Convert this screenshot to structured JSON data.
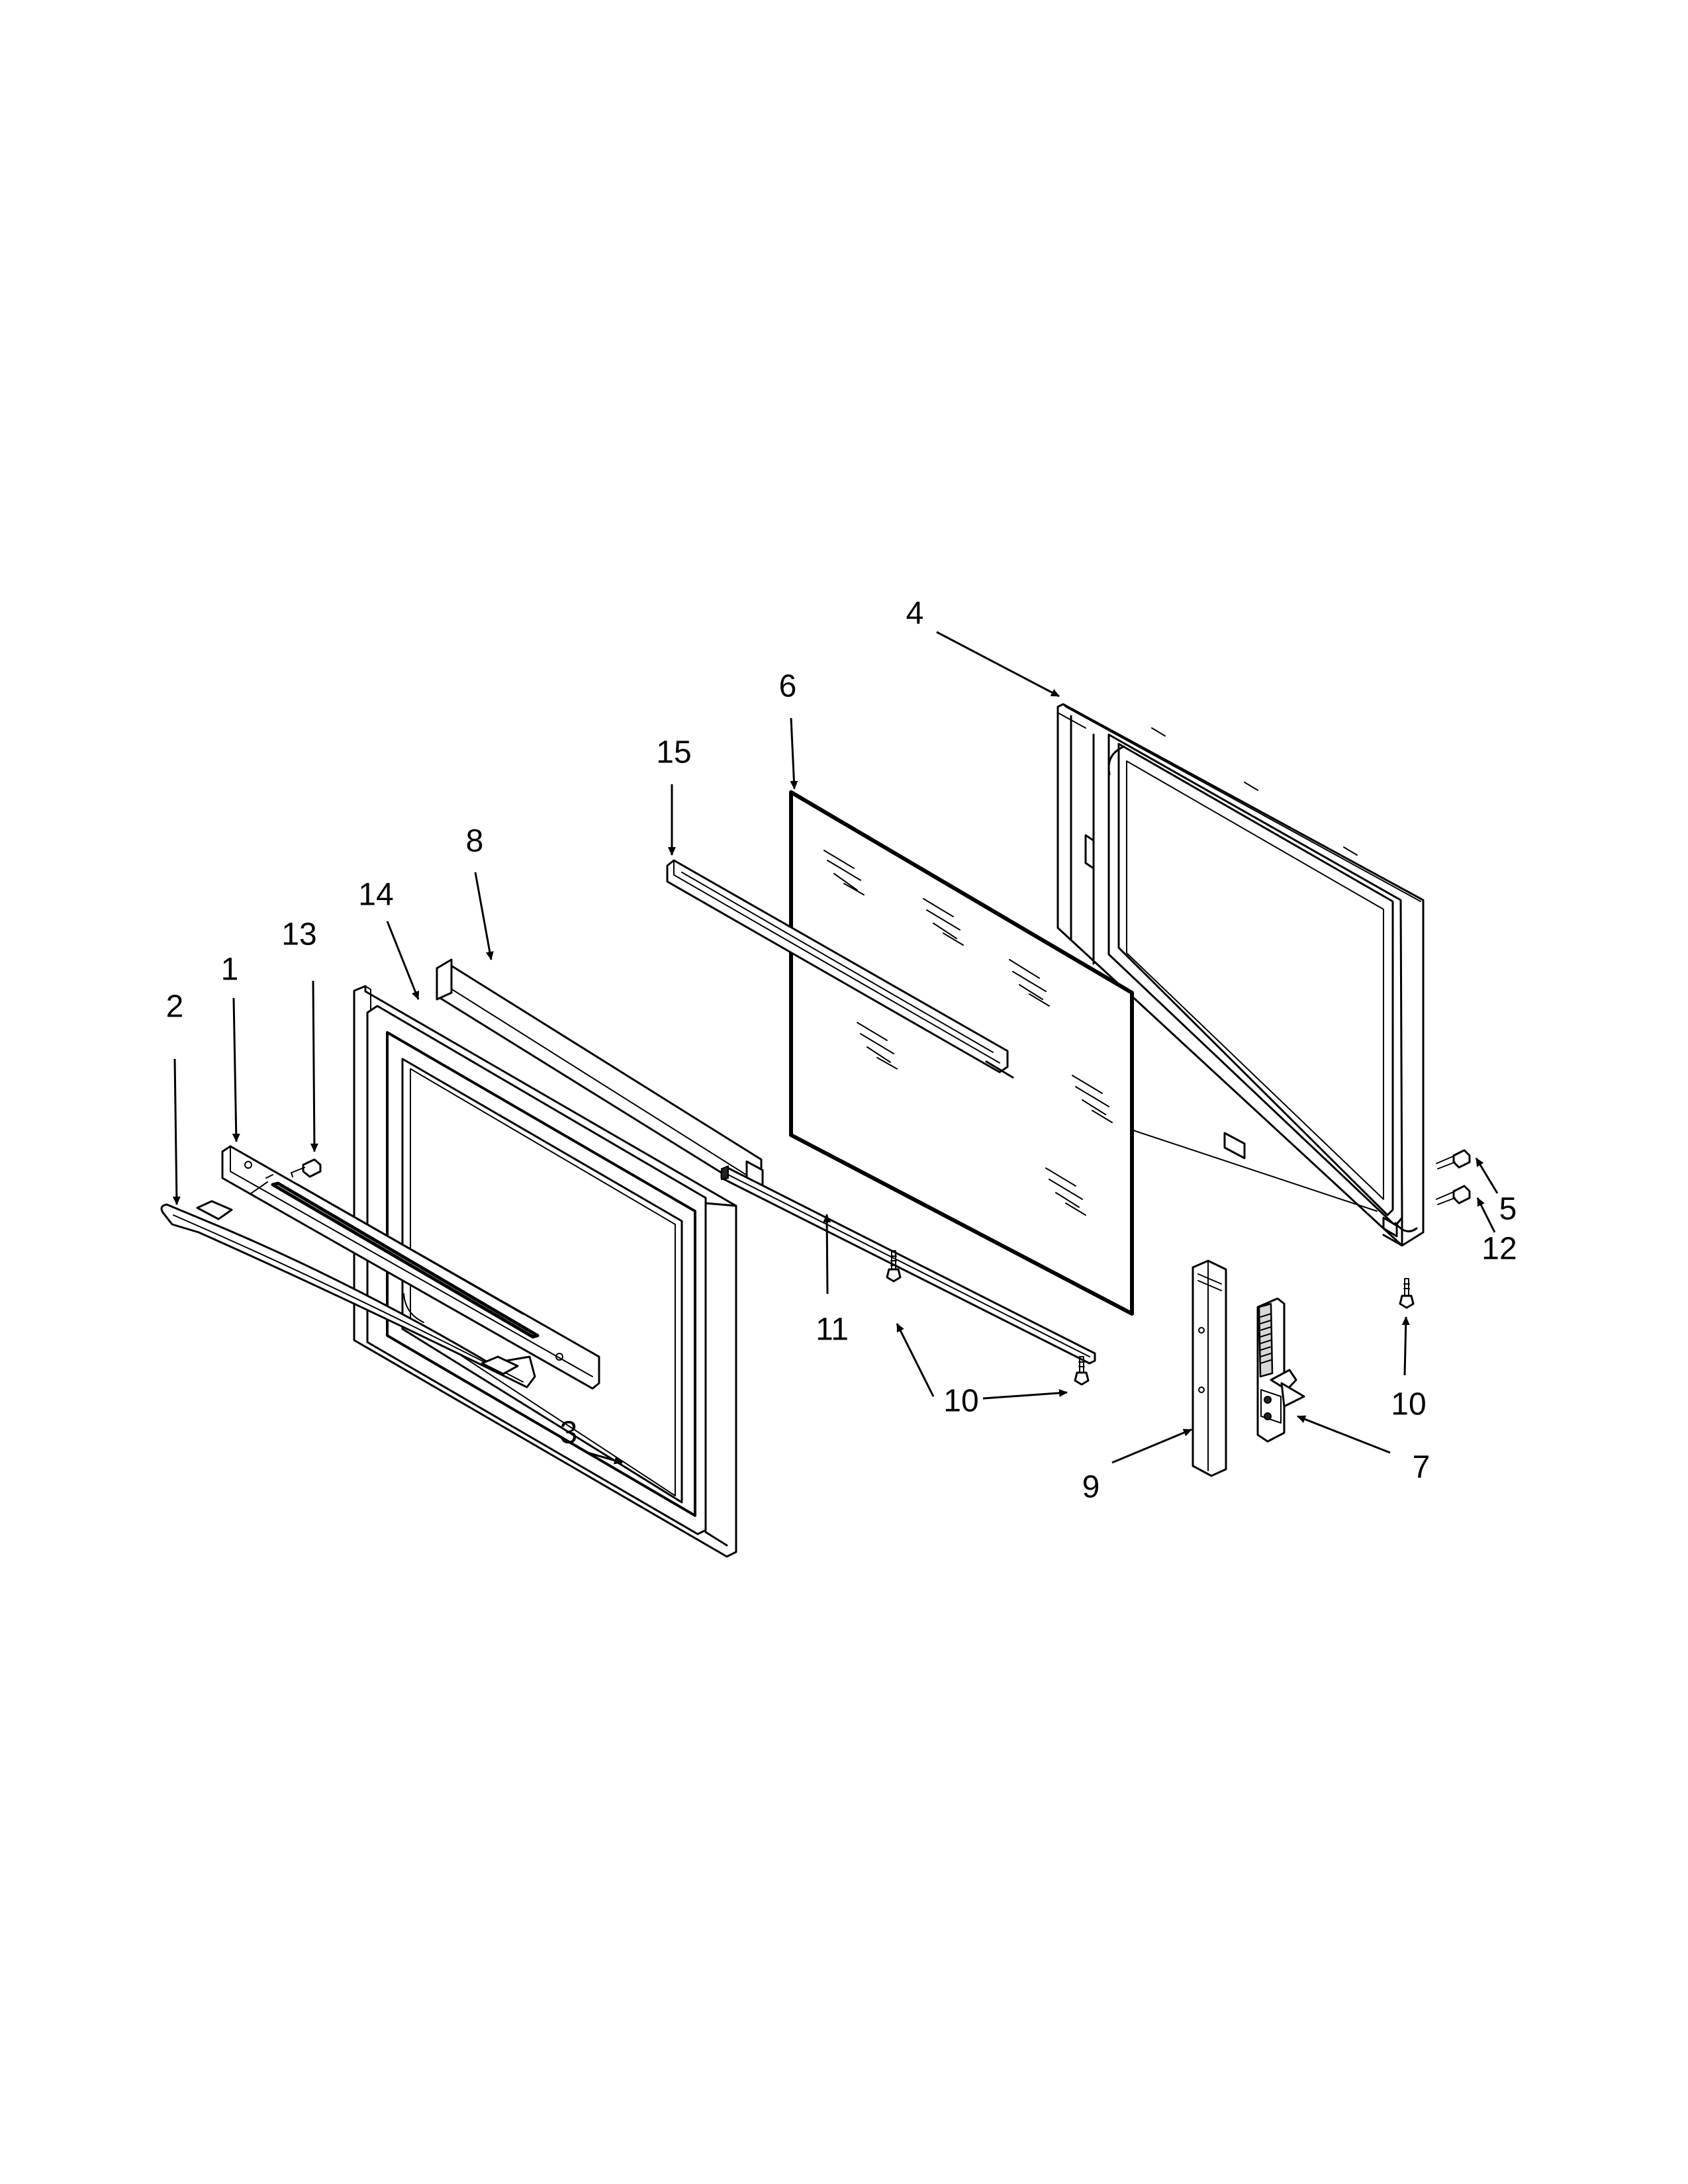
{
  "diagram": {
    "callouts": [
      "1",
      "2",
      "3",
      "4",
      "5",
      "6",
      "7",
      "8",
      "9",
      "10",
      "10",
      "11",
      "12",
      "13",
      "14",
      "15"
    ],
    "parts": [
      "door-handle-2",
      "handle-trim-1",
      "outer-door-panel-3",
      "inner-door-liner-4",
      "door-glass-6",
      "glass-retainer-15",
      "glass-frame-14",
      "side-bracket-8",
      "bottom-channel-11",
      "hinge-receptacle-9",
      "door-hinge-7",
      "screws"
    ]
  }
}
